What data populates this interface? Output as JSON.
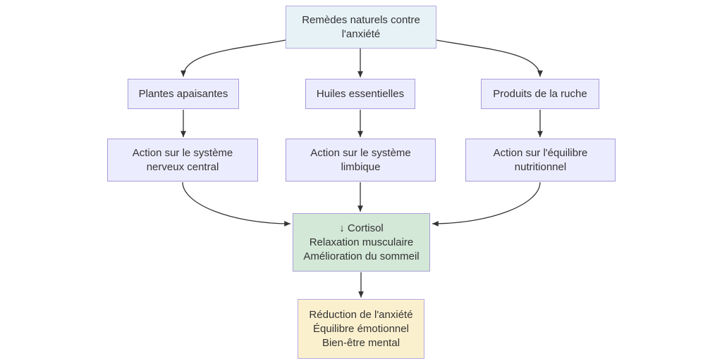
{
  "diagram": {
    "title": "Remèdes naturels contre l'anxiété — flowchart",
    "type": "flowchart",
    "background_color": "#ffffff",
    "text_color": "#333333",
    "edge_color": "#333333",
    "nodes": [
      {
        "id": "root",
        "lines": [
          "Remèdes naturels contre",
          "l'anxiété"
        ],
        "fill": "#e7f2f7",
        "border": "#b6a8e0"
      },
      {
        "id": "plantes",
        "lines": [
          "Plantes apaisantes"
        ],
        "fill": "#ececff",
        "border": "#a79bdb"
      },
      {
        "id": "huiles",
        "lines": [
          "Huiles essentielles"
        ],
        "fill": "#ececff",
        "border": "#a79bdb"
      },
      {
        "id": "produits",
        "lines": [
          "Produits de la ruche"
        ],
        "fill": "#ececff",
        "border": "#a79bdb"
      },
      {
        "id": "snc",
        "lines": [
          "Action sur le système",
          "nerveux central"
        ],
        "fill": "#ececff",
        "border": "#a79bdb"
      },
      {
        "id": "limbique",
        "lines": [
          "Action sur le système",
          "limbique"
        ],
        "fill": "#ececff",
        "border": "#a79bdb"
      },
      {
        "id": "nutritionnel",
        "lines": [
          "Action sur l'équilibre",
          "nutritionnel"
        ],
        "fill": "#ececff",
        "border": "#a79bdb"
      },
      {
        "id": "effets",
        "lines": [
          "↓ Cortisol",
          "Relaxation musculaire",
          "Amélioration du sommeil"
        ],
        "fill": "#d3e8d6",
        "border": "#aaa0d8"
      },
      {
        "id": "resultat",
        "lines": [
          "Réduction de l'anxiété",
          "Équilibre émotionnel",
          "Bien-être mental"
        ],
        "fill": "#fbf0ce",
        "border": "#b6a8e0"
      }
    ],
    "edges": [
      {
        "from": "root",
        "to": "plantes"
      },
      {
        "from": "root",
        "to": "huiles"
      },
      {
        "from": "root",
        "to": "produits"
      },
      {
        "from": "plantes",
        "to": "snc"
      },
      {
        "from": "huiles",
        "to": "limbique"
      },
      {
        "from": "produits",
        "to": "nutritionnel"
      },
      {
        "from": "snc",
        "to": "effets"
      },
      {
        "from": "limbique",
        "to": "effets"
      },
      {
        "from": "nutritionnel",
        "to": "effets"
      },
      {
        "from": "effets",
        "to": "resultat"
      }
    ]
  }
}
